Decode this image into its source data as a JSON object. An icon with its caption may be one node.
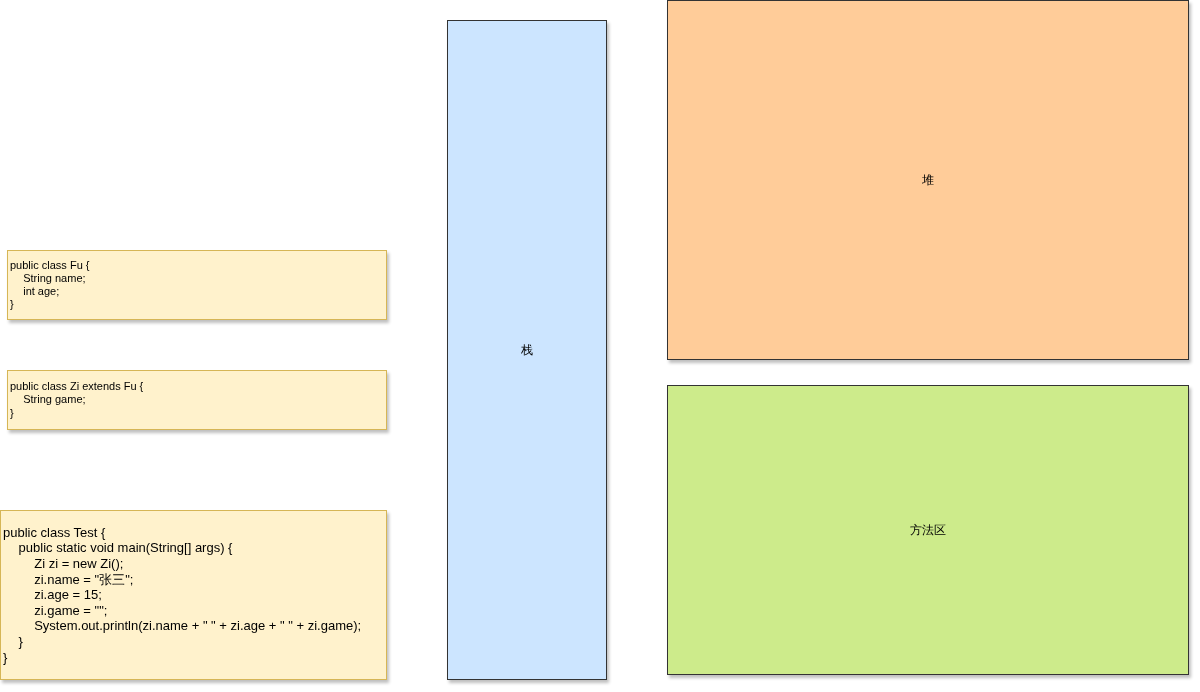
{
  "diagram": {
    "nodes": [
      {
        "text": [
          "public class Fu {",
          "String name;",
          "int age;",
          "}"
        ]
      },
      {
        "text": [
          "public class Zi extends Fu {",
          "String game;",
          "}"
        ]
      },
      {
        "text": [
          "public class Test {",
          "public static void main(String[] args) {",
          "Zi zi = new Zi();",
          "zi.name = \"张三\";",
          "zi.age = 15;",
          "zi.game = \"\";",
          "System.out.println(zi.name + \" \" + zi.age + \" \" + zi.game);",
          "}",
          "}"
        ]
      },
      {
        "text": [
          "栈"
        ]
      },
      {
        "text": [
          "堆"
        ]
      },
      {
        "text": [
          "方法区"
        ]
      }
    ],
    "edges": []
  }
}
